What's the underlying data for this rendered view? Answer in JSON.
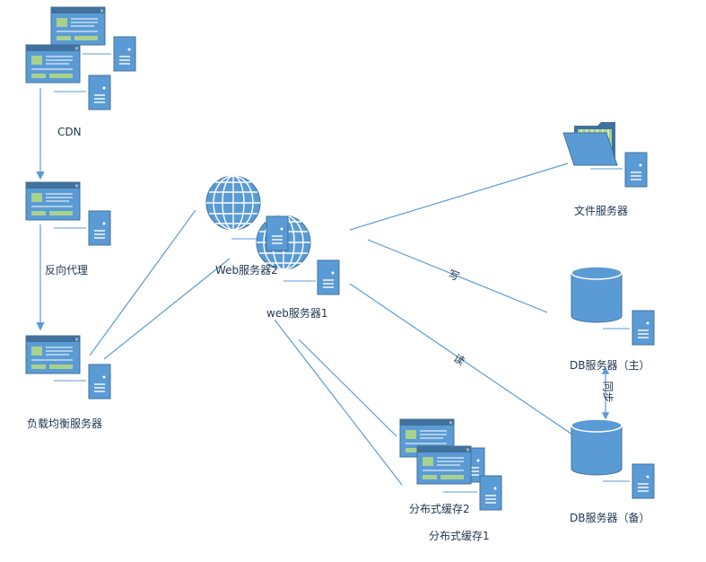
{
  "labels": {
    "cdn": "CDN",
    "reverse_proxy": "反向代理",
    "load_balancer": "负载均衡服务器",
    "web_server_2": "Web服务器2",
    "web_server_1": "web服务器1",
    "file_server": "文件服务器",
    "db_master": "DB服务器（主）",
    "db_backup": "DB服务器（备）",
    "cache_2": "分布式缓存2",
    "cache_1": "分布式缓存1",
    "write": "写",
    "read": "读",
    "sync": "同步"
  },
  "colors": {
    "blue": "#5b9bd5",
    "dark_blue": "#41719c",
    "green": "#a9d18e",
    "line": "#5b9bd5"
  },
  "icons": [
    "browser-window-icon",
    "server-tower-icon",
    "globe-icon",
    "folder-icon",
    "database-cylinder-icon"
  ]
}
